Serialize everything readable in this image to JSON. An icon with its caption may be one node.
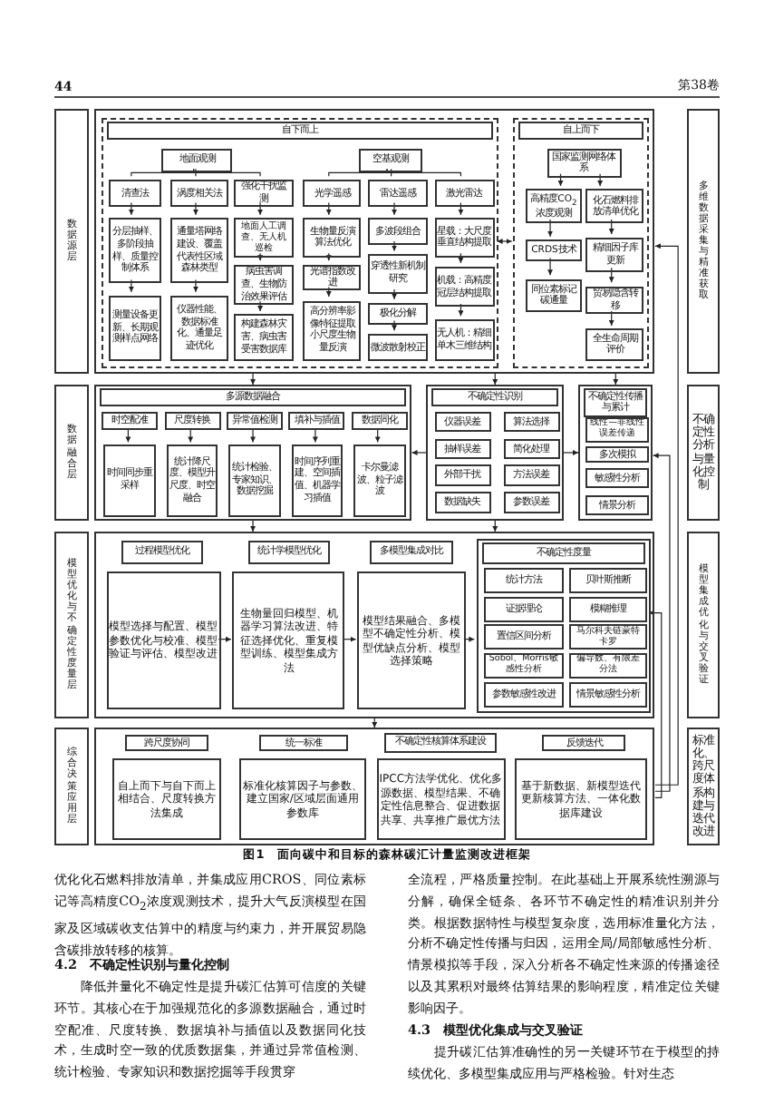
{
  "diagram": {
    "caption": "图1　面向碳中和目标的森林碳汇计量监测改进框架",
    "nodes": [
      {
        "text": [
          "数据源层"
        ]
      },
      {
        "text": [],
        "shape": "box"
      },
      {
        "text": [
          "自下而上"
        ],
        "in": 1
      },
      {
        "text": [
          "地面观测"
        ],
        "in": 2
      },
      {
        "text": [
          "空基观测"
        ],
        "in": 2
      },
      {
        "text": [
          "清查法"
        ],
        "in": 2
      },
      {
        "text": [
          "涡度相关法"
        ],
        "in": 2
      },
      {
        "text": [
          "强化干扰监测"
        ],
        "in": 2
      },
      {
        "text": [
          "光学遥感"
        ],
        "in": 2
      },
      {
        "text": [
          "雷达遥感"
        ],
        "in": 2
      },
      {
        "text": [
          "激光雷达"
        ],
        "in": 2
      },
      {
        "text": [
          "分层抽样、多阶段抽样、质量控制体系"
        ],
        "in": 2
      },
      {
        "text": [
          "通量塔网络建设、覆盖代表性区域森林类型"
        ],
        "in": 2
      },
      {
        "text": [
          "地面人工调查、无人机巡检"
        ],
        "in": 2
      },
      {
        "text": [
          "生物量反演算法优化"
        ],
        "in": 2
      },
      {
        "text": [
          "多波段组合"
        ],
        "in": 2
      },
      {
        "text": [
          "星载：大尺度垂直结构提取"
        ],
        "in": 2
      },
      {
        "text": [
          "测量设备更新、长期观测样点网络"
        ],
        "in": 2
      },
      {
        "text": [
          "仪器性能、数据标准化、通量足迹优化"
        ],
        "in": 2
      },
      {
        "text": [
          "病虫害调查、生物防治效果评估"
        ],
        "in": 2
      },
      {
        "text": [
          "光谱指数改进"
        ],
        "in": 2
      },
      {
        "text": [
          "穿透性新机制研究"
        ],
        "in": 2
      },
      {
        "text": [
          "机载：高精度冠层结构提取"
        ],
        "in": 2
      },
      {
        "text": [
          "构建森林灾害、病虫害受害数据库"
        ],
        "in": 2
      },
      {
        "text": [
          "高分辨率影像特征提取小尺度生物量反演"
        ],
        "in": 2
      },
      {
        "text": [
          "极化分解"
        ],
        "in": 2
      },
      {
        "text": [
          "微波散射校正"
        ],
        "in": 2
      },
      {
        "text": [
          "无人机：精细单木三维结构"
        ],
        "in": 2
      },
      {
        "text": [
          "自上而下"
        ],
        "in": 1
      },
      {
        "text": [
          "国家监测网络体系"
        ],
        "in": 28
      },
      {
        "text": [
          "高精度CO$_{2}$浓度观测"
        ],
        "in": 28
      },
      {
        "text": [
          "化石燃料排放清单优化"
        ],
        "in": 28
      },
      {
        "text": [
          "CRDS技术"
        ],
        "in": 28
      },
      {
        "text": [
          "精细因子库更新"
        ],
        "in": 28
      },
      {
        "text": [
          "同位素标记碳通量"
        ],
        "in": 28
      },
      {
        "text": [
          "贸易隐含转移"
        ],
        "in": 28
      },
      {
        "text": [
          "全生命周期评价"
        ],
        "in": 28
      },
      {
        "text": [
          "多维数据采集与精准获取"
        ]
      },
      {
        "text": [
          "数据融合层"
        ]
      },
      {
        "text": [
          "多源数据融合"
        ]
      },
      {
        "text": [
          "时空配准"
        ],
        "in": 39
      },
      {
        "text": [
          "尺度转换"
        ],
        "in": 39
      },
      {
        "text": [
          "异常值检测"
        ],
        "in": 39
      },
      {
        "text": [
          "填补与插值"
        ],
        "in": 39
      },
      {
        "text": [
          "数据同化"
        ],
        "in": 39
      },
      {
        "text": [
          "时间同步重采样"
        ],
        "in": 39
      },
      {
        "text": [
          "统计降尺度、模型升尺度、时空融合"
        ],
        "in": 39
      },
      {
        "text": [
          "统计检验、专家知识、数据挖掘"
        ],
        "in": 39
      },
      {
        "text": [
          "时间序列重建、空间插值、机器学习插值"
        ],
        "in": 39
      },
      {
        "text": [
          "卡尔曼滤波、粒子滤波"
        ],
        "in": 39
      },
      {
        "text": [
          "不确定性识别"
        ]
      },
      {
        "text": [
          "仪器误差"
        ],
        "in": 50
      },
      {
        "text": [
          "算法选择"
        ],
        "in": 50
      },
      {
        "text": [
          "抽样误差"
        ],
        "in": 50
      },
      {
        "text": [
          "简化处理"
        ],
        "in": 50
      },
      {
        "text": [
          "外部干扰"
        ],
        "in": 50
      },
      {
        "text": [
          "方法误差"
        ],
        "in": 50
      },
      {
        "text": [
          "数据缺失"
        ],
        "in": 50
      },
      {
        "text": [
          "参数误差"
        ],
        "in": 50
      },
      {
        "text": [
          "不确定性传播与累计"
        ]
      },
      {
        "text": [
          "线性—非线性误差传递"
        ],
        "in": 59
      },
      {
        "text": [
          "多次模拟"
        ],
        "in": 59
      },
      {
        "text": [
          "敏感性分析"
        ],
        "in": 59
      },
      {
        "text": [
          "情景分析"
        ],
        "in": 59
      },
      {
        "text": [
          "不确定性分析与量化控制"
        ]
      },
      {
        "text": [
          "模型优化与不确定性度量层"
        ]
      },
      {
        "text": [],
        "shape": "box"
      },
      {
        "text": [
          "过程模型优化"
        ],
        "in": 66
      },
      {
        "text": [
          "统计学模型优化"
        ],
        "in": 66
      },
      {
        "text": [
          "多模型集成对比"
        ],
        "in": 66
      },
      {
        "text": [
          "模型选择与配置、模型参数优化与校准、模型验证与评估、模型改进"
        ],
        "in": 66
      },
      {
        "text": [
          "生物量回归模型、机器学习算法改进、特征选择优化、重复模型训练、模型集成方法"
        ],
        "in": 66
      },
      {
        "text": [
          "模型结果融合、多模型不确定性分析、模型优缺点分析、模型选择策略"
        ],
        "in": 66
      },
      {
        "text": [
          "不确定性度量"
        ],
        "in": 66
      },
      {
        "text": [
          "统计方法"
        ],
        "in": 73
      },
      {
        "text": [
          "贝叶斯推断"
        ],
        "in": 73
      },
      {
        "text": [
          "证据理论"
        ],
        "in": 73
      },
      {
        "text": [
          "模糊推理"
        ],
        "in": 73
      },
      {
        "text": [
          "置信区间分析"
        ],
        "in": 73
      },
      {
        "text": [
          "马尔科夫链蒙特卡罗"
        ],
        "in": 73
      },
      {
        "text": [
          "Sobol、Morris敏感性分析"
        ],
        "in": 73
      },
      {
        "text": [
          "偏导数、有限差分法"
        ],
        "in": 73
      },
      {
        "text": [
          "参数敏感性改进"
        ],
        "in": 73
      },
      {
        "text": [
          "情景敏感性分析"
        ],
        "in": 73
      },
      {
        "text": [
          "模型集成优化与交叉验证"
        ]
      },
      {
        "text": [
          "综合决策应用层"
        ]
      },
      {
        "text": [],
        "shape": "box"
      },
      {
        "text": [
          "跨尺度协同"
        ],
        "in": 86
      },
      {
        "text": [
          "统一标准"
        ],
        "in": 86
      },
      {
        "text": [
          "不确定性核算体系建设"
        ],
        "in": 86
      },
      {
        "text": [
          "反馈迭代"
        ],
        "in": 86
      },
      {
        "text": [
          "自上而下与自下而上相结合、尺度转换方法集成"
        ],
        "in": 86
      },
      {
        "text": [
          "标准化核算因子与参数、建立国家/区域层面通用参数库"
        ],
        "in": 86
      },
      {
        "text": [
          "IPCC方法学优化、优化多源数据、模型结果、不确定性信息整合、促进数据共享、共享推广最优方法"
        ],
        "in": 86
      },
      {
        "text": [
          "基于新数据、新模型迭代更新核算方法、一体化数据库建设"
        ],
        "in": 86
      },
      {
        "text": [
          "标准化、跨尺度体系构建与迭代改进"
        ]
      }
    ],
    "edges": [
      {
        "from": 3,
        "to": 5,
        "arrow": "none"
      },
      {
        "from": 3,
        "to": 6,
        "arrow": "none"
      },
      {
        "from": 3,
        "to": 7,
        "arrow": "none"
      },
      {
        "from": 4,
        "to": 8,
        "arrow": "none"
      },
      {
        "from": 4,
        "to": 9,
        "arrow": "none"
      },
      {
        "from": 4,
        "to": 10,
        "arrow": "none"
      },
      {
        "from": 5,
        "to": 11,
        "arrow": "to"
      },
      {
        "from": 11,
        "to": 17,
        "arrow": "to"
      },
      {
        "from": 6,
        "to": 12,
        "arrow": "to"
      },
      {
        "from": 12,
        "to": 18,
        "arrow": "to"
      },
      {
        "from": 7,
        "to": 13,
        "arrow": "to"
      },
      {
        "from": 13,
        "to": 19,
        "arrow": "to"
      },
      {
        "from": 19,
        "to": 23,
        "arrow": "to"
      },
      {
        "from": 8,
        "to": 14,
        "arrow": "to"
      },
      {
        "from": 14,
        "to": 20,
        "arrow": "to"
      },
      {
        "from": 20,
        "to": 24,
        "arrow": "to"
      },
      {
        "from": 9,
        "to": 15,
        "arrow": "to"
      },
      {
        "from": 15,
        "to": 21,
        "arrow": "to"
      },
      {
        "from": 21,
        "to": 25,
        "arrow": "to"
      },
      {
        "from": 25,
        "to": 26,
        "arrow": "to"
      },
      {
        "from": 10,
        "to": 16,
        "arrow": "to"
      },
      {
        "from": 16,
        "to": 22,
        "arrow": "to"
      },
      {
        "from": 22,
        "to": 27,
        "arrow": "to"
      },
      {
        "from": 2,
        "to": 28,
        "arrow": "both"
      },
      {
        "from": 29,
        "to": 30,
        "arrow": "to"
      },
      {
        "from": 29,
        "to": 31,
        "arrow": "to"
      },
      {
        "from": 30,
        "to": 32,
        "arrow": "to"
      },
      {
        "from": 32,
        "to": 34,
        "arrow": "to"
      },
      {
        "from": 31,
        "to": 33,
        "arrow": "to"
      },
      {
        "from": 33,
        "to": 35,
        "arrow": "to"
      },
      {
        "from": 35,
        "to": 36,
        "arrow": "to"
      },
      {
        "from": 1,
        "to": 39,
        "arrow": "to"
      },
      {
        "from": 1,
        "to": 50,
        "arrow": "to"
      },
      {
        "from": 1,
        "to": 59,
        "arrow": "to"
      },
      {
        "from": 40,
        "to": 45,
        "arrow": "to"
      },
      {
        "from": 41,
        "to": 46,
        "arrow": "to"
      },
      {
        "from": 42,
        "to": 47,
        "arrow": "to"
      },
      {
        "from": 43,
        "to": 48,
        "arrow": "to"
      },
      {
        "from": 44,
        "to": 49,
        "arrow": "to"
      },
      {
        "from": 50,
        "to": 39,
        "arrow": "to"
      },
      {
        "from": 50,
        "to": 59,
        "arrow": "to"
      },
      {
        "from": 39,
        "to": 66,
        "arrow": "to"
      },
      {
        "from": 50,
        "to": 66,
        "arrow": "to"
      },
      {
        "from": 70,
        "to": 71,
        "arrow": "to"
      },
      {
        "from": 71,
        "to": 72,
        "arrow": "to"
      },
      {
        "from": 72,
        "to": 73,
        "arrow": "to"
      },
      {
        "from": 66,
        "to": 86,
        "arrow": "to"
      },
      {
        "from": 86,
        "to": 73,
        "arrow": "to"
      },
      {
        "from": 86,
        "to": 59,
        "arrow": "to"
      },
      {
        "from": 86,
        "to": 1,
        "arrow": "to"
      }
    ],
    "labels": [
      "44",
      "第38卷",
      "优化化石燃料排放清单，并集成应用CROS、同位素标记等高精度CO$_{2}$浓度观测技术，提升大气反演模型在国家及区域碳收支估算中的精度与约束力，并开展贸易隐含碳排放转移的核算。",
      "4.2　不确定性识别与量化控制",
      "降低并量化不确定性是提升碳汇估算可信度的关键环节。其核心在于加强规范化的多源数据融合，通过时空配准、尺度转换、数据填补与插值以及数据同化技术，生成时空一致的优质数据集，并通过异常值检测、统计检验、专家知识和数据挖掘等手段贯穿",
      "全流程，严格质量控制。在此基础上开展系统性溯源与分解，确保全链条、各环节不确定性的精准识别并分类。根据数据特性与模型复杂度，选用标准量化方法，分析不确定性传播与归因，运用全局/局部敏感性分析、情景模拟等手段，深入分析各不确定性来源的传播途径以及其累积对最终估算结果的影响程度，精准定位关键影响因子。",
      "4.3　模型优化集成与交叉验证",
      "提升碳汇估算准确性的另一关键环节在于模型的持续优化、多模型集成应用与严格检验。针对生态"
    ]
  }
}
